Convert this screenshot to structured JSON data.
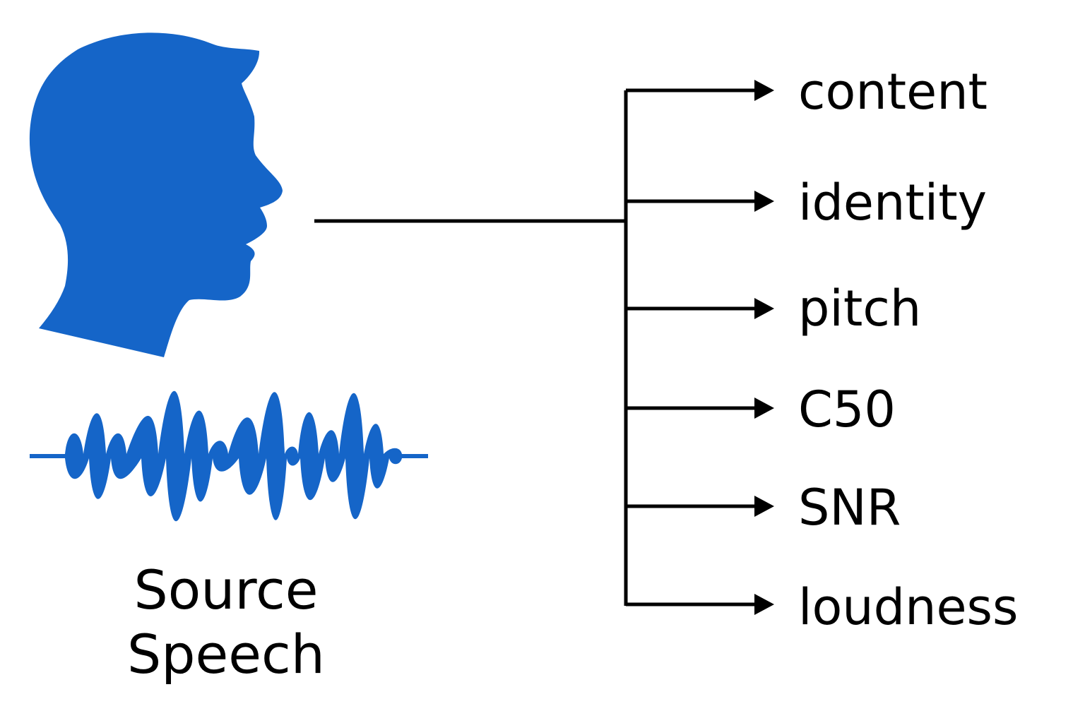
{
  "colors": {
    "icon_blue": "#1565C8",
    "line": "#000000"
  },
  "icons": {
    "head": "speaking-head-icon",
    "waveform": "waveform-icon"
  },
  "source": {
    "line1": "Source",
    "line2": "Speech"
  },
  "attributes": [
    "content",
    "identity",
    "pitch",
    "C50",
    "SNR",
    "loudness"
  ]
}
